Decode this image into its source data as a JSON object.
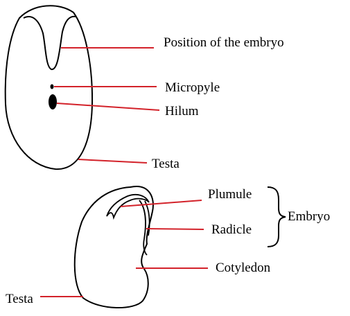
{
  "labels": {
    "position_of_embryo": "Position of the embryo",
    "micropyle": "Micropyle",
    "hilum": "Hilum",
    "testa_top": "Testa",
    "plumule": "Plumule",
    "radicle": "Radicle",
    "embryo": "Embryo",
    "cotyledon": "Cotyledon",
    "testa_bottom": "Testa"
  },
  "colors": {
    "outline": "#000000",
    "pointer_line": "#d3222a",
    "background": "#ffffff"
  }
}
